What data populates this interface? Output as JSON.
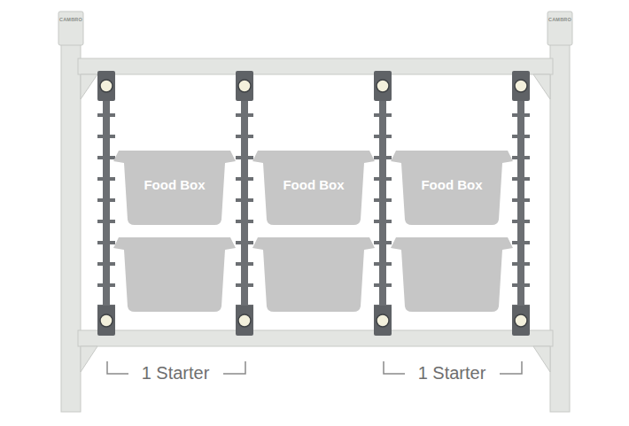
{
  "diagram": {
    "nodes": [
      {
        "text": [
          "Food Box"
        ]
      },
      {
        "text": [
          "Food Box"
        ]
      },
      {
        "text": [
          "Food Box"
        ]
      }
    ],
    "labels": [
      "CAMBRO",
      "CAMBRO",
      "1 Starter",
      "1 Starter"
    ]
  }
}
